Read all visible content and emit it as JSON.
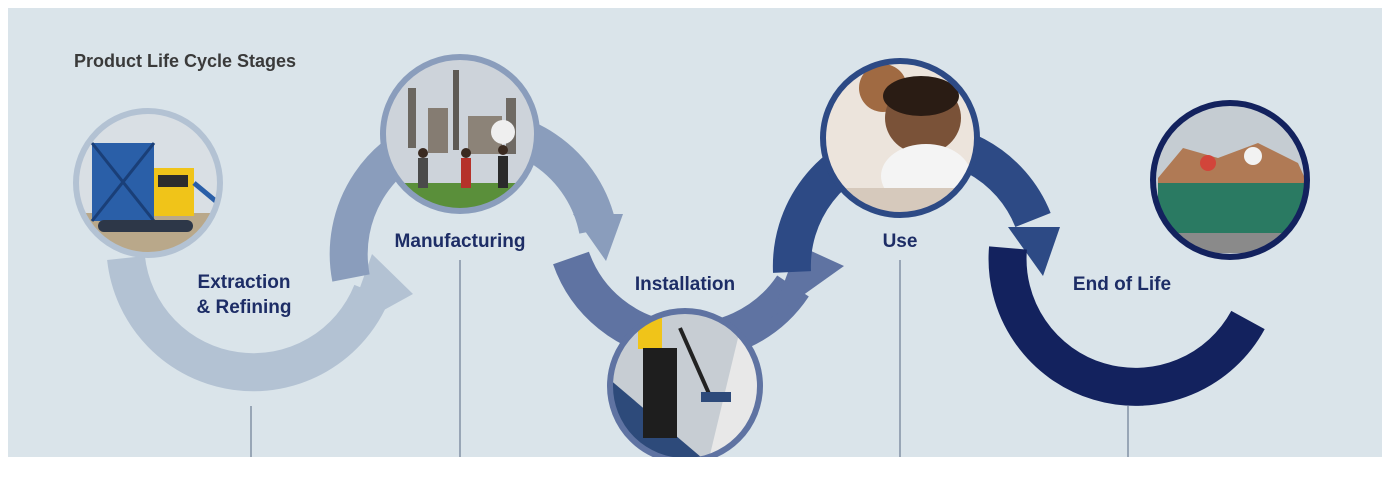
{
  "title": "Product Life Cycle Stages",
  "stages": [
    {
      "name": "Extraction\n& Refining",
      "photo": "mining-excavator"
    },
    {
      "name": "Manufacturing",
      "photo": "refinery-children-playing"
    },
    {
      "name": "Installation",
      "photo": "worker-rolling-coating"
    },
    {
      "name": "Use",
      "photo": "crawling-baby"
    },
    {
      "name": "End of Life",
      "photo": "waste-dumpster"
    }
  ],
  "colors": {
    "background": "#dae4ea",
    "extraction": "#b3c2d3",
    "manufacturing": "#8a9dbc",
    "installation": "#5f73a2",
    "use": "#2d4a85",
    "end_of_life": "#13225e",
    "label": "#1d2d66",
    "connector": "#6c7c93"
  }
}
